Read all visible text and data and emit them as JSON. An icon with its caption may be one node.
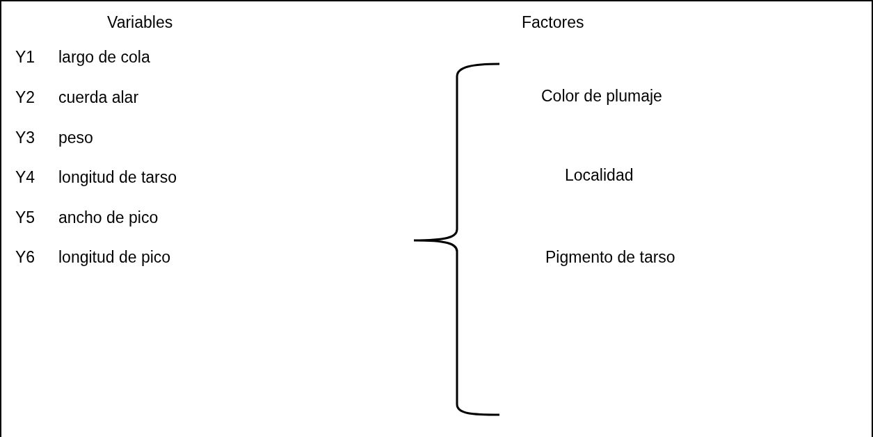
{
  "diagram": {
    "labels": [
      "Variables",
      "Factores",
      "Y1",
      "largo de cola",
      "Y2",
      "cuerda alar",
      "Color de plumaje",
      "Y3",
      "peso",
      "Y4",
      "longitud de tarso",
      "Localidad",
      "Y5",
      "ancho de pico",
      "Y6",
      "longitud de pico",
      "Pigmento de tarso"
    ]
  }
}
